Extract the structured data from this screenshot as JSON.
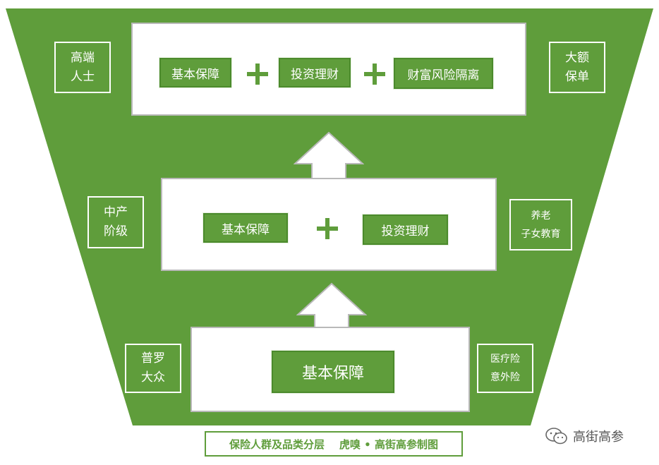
{
  "colors": {
    "green": "#5f9d3b",
    "green_border": "#4b8a2c",
    "tier_fill": "#ffffff"
  },
  "tiers": {
    "top": {
      "items": [
        "基本保障",
        "投资理财",
        "财富风险隔离"
      ],
      "left_label": [
        "高端",
        "人士"
      ],
      "right_label": [
        "大额",
        "保单"
      ]
    },
    "middle": {
      "items": [
        "基本保障",
        "投资理财"
      ],
      "left_label": [
        "中产",
        "阶级"
      ],
      "right_label": [
        "养老",
        "子女教育"
      ]
    },
    "bottom": {
      "items": [
        "基本保障"
      ],
      "left_label": [
        "普罗",
        "大众"
      ],
      "right_label": [
        "医疗险",
        "意外险"
      ]
    }
  },
  "caption": "保险人群及品类分层    虎嗅 • 高街高参制图",
  "watermark": {
    "icon": "wechat-icon",
    "text": "高街高参"
  }
}
